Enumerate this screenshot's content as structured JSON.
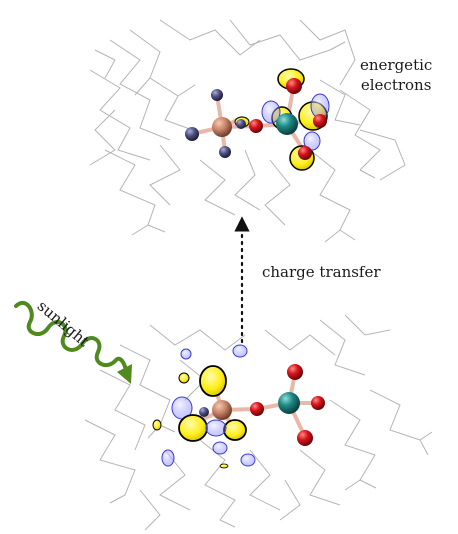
{
  "labels": {
    "energetic_line1": "energetic",
    "energetic_line2": "electrons",
    "charge_transfer": "charge transfer",
    "sunlight": "sunlight"
  },
  "colors": {
    "background": "#ffffff",
    "wireframe": "#b4b4b4",
    "orbital_yellow": "#ffef1a",
    "orbital_blue": "#4a4adf",
    "oxygen": "#d9161c",
    "metal_teal": "#1f8a86",
    "central_atom": "#c88468",
    "nitrogen": "#4d4f80",
    "sunlight_wave": "#4f8a1e",
    "arrow": "#111111"
  },
  "icons": {
    "sunlight": "wavy-arrow-icon",
    "charge_transfer": "dotted-up-arrow-icon"
  }
}
